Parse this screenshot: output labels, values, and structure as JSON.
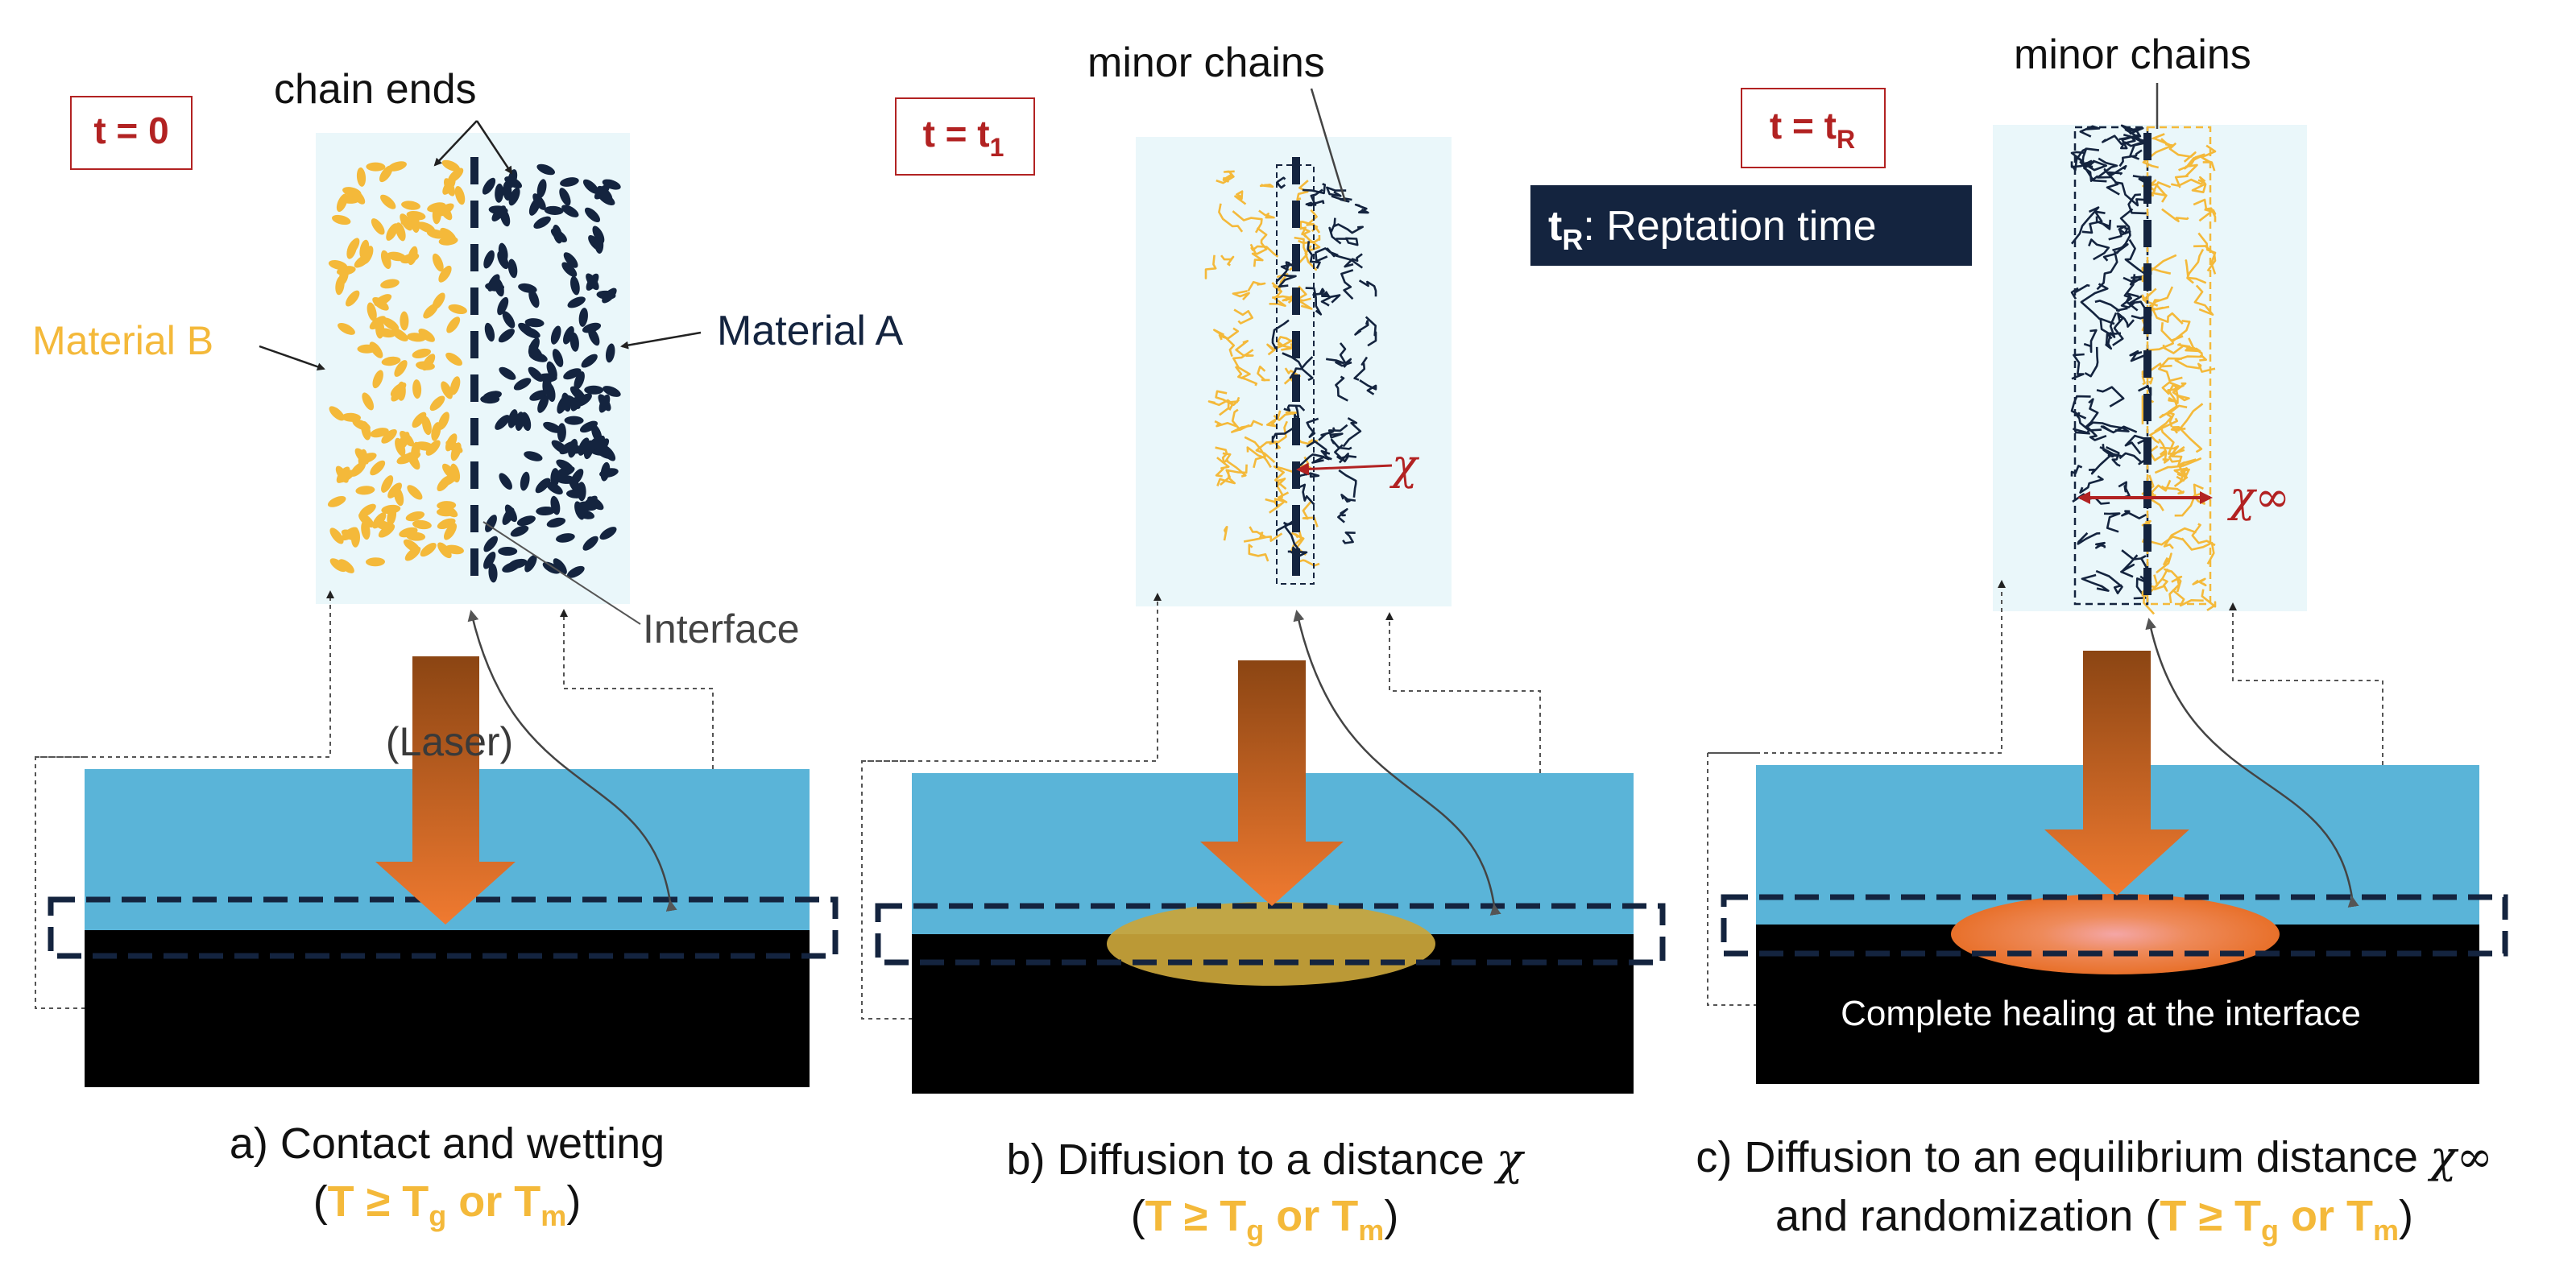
{
  "panels": [
    {
      "time_main": "t = 0",
      "time_sub": "",
      "caption_line1": "a) Contact and wetting",
      "caption_line1_symbol": "",
      "caption_line2_prefix": "(",
      "caption_line2_suffix": ")"
    },
    {
      "time_main": "t = t",
      "time_sub": "1",
      "caption_line1": "b) Diffusion to a distance ",
      "caption_line1_symbol": "χ",
      "caption_line2_prefix": "(",
      "caption_line2_suffix": ")"
    },
    {
      "time_main": "t = t",
      "time_sub": "R",
      "caption_line1": "c) Diffusion to an equilibrium distance ",
      "caption_line1_symbol": "χ∞",
      "caption_line2_prefix": "and randomization (",
      "caption_line2_suffix": ")"
    }
  ],
  "condition": {
    "T": "T ≥ T",
    "g": "g",
    "or": " or T",
    "m": "m"
  },
  "labels": {
    "chain_ends": "chain ends",
    "material_b": "Material B",
    "material_a": "Material A",
    "interface": "Interface",
    "laser": "(Laser)",
    "minor_chains": "minor chains",
    "chi": "χ",
    "chi_inf": "χ∞",
    "reptation_t": "t",
    "reptation_sub": "R",
    "reptation_text": ": Reptation time",
    "complete_healing": "Complete healing at the interface"
  },
  "colors": {
    "navy": "#14243f",
    "gold": "#f4b93a",
    "time_red": "#b22222",
    "sky_blue": "#5ab4d8",
    "pale_cyan": "#eaf7fa",
    "arrow_top": "#8b4513",
    "arrow_bottom": "#f07a30"
  }
}
